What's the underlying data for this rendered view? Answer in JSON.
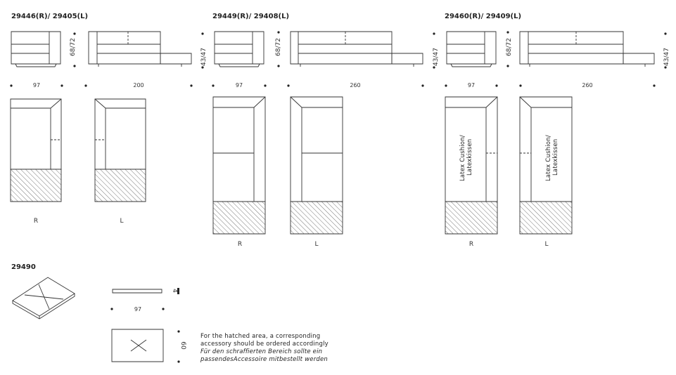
{
  "groups": [
    {
      "code": "29446(R)/ 29405(L)",
      "width_right": "97",
      "width_left": "200",
      "height": "68/72",
      "seat_height": "43/47",
      "label_right": "R",
      "label_left": "L"
    },
    {
      "code": "29449(R)/ 29408(L)",
      "width_right": "97",
      "width_left": "260",
      "height": "68/72",
      "seat_height": "43/47",
      "label_right": "R",
      "label_left": "L"
    },
    {
      "code": "29460(R)/ 29409(L)",
      "width_right": "97",
      "width_left": "260",
      "height": "68/72",
      "seat_height": "43/47",
      "label_right": "R",
      "label_left": "L",
      "cushion_line1": "Latex Cushion/",
      "cushion_line2": "Latexkissen"
    }
  ],
  "accessory": {
    "code": "29490",
    "width": "97",
    "depth": "60",
    "thickness": "4"
  },
  "note": {
    "line1": "For the hatched area, a corresponding",
    "line2": "accessory should be ordered accordingly",
    "line3": "Für den schraffierten Bereich sollte ein",
    "line4": "passendesAccessoire mitbestellt werden"
  },
  "colors": {
    "stroke": "#333333",
    "hatch": "#555555"
  }
}
